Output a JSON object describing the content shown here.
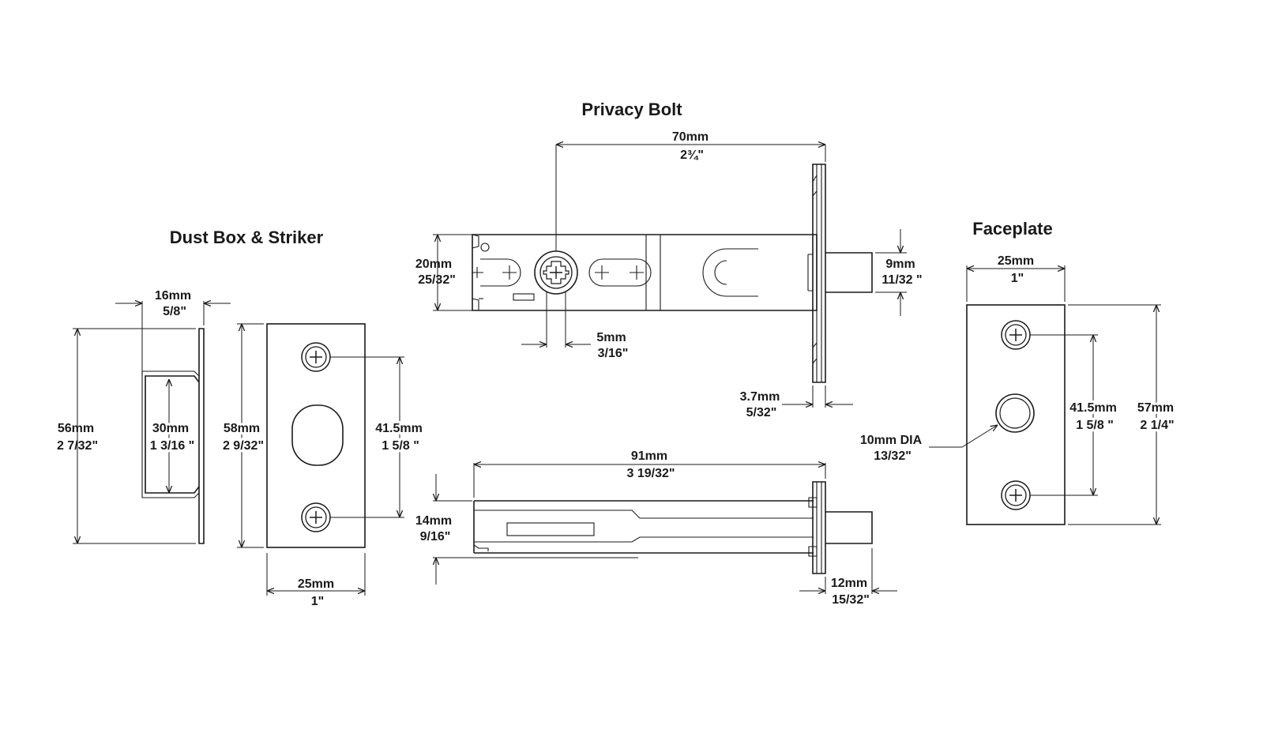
{
  "titles": {
    "privacy_bolt": "Privacy Bolt",
    "dust_box": "Dust Box & Striker",
    "faceplate": "Faceplate"
  },
  "dims": {
    "pb_70": {
      "mm": "70mm",
      "in": "2¾\""
    },
    "pb_20": {
      "mm": "20mm",
      "in": "25/32\""
    },
    "pb_9": {
      "mm": "9mm",
      "in": "11/32 \""
    },
    "pb_5": {
      "mm": "5mm",
      "in": "3/16\""
    },
    "pb_3_7": {
      "mm": "3.7mm",
      "in": "5/32\""
    },
    "db_16": {
      "mm": "16mm",
      "in": "5/8\""
    },
    "db_56": {
      "mm": "56mm",
      "in": "2 7/32\""
    },
    "db_30": {
      "mm": "30mm",
      "in": "1 3/16 \""
    },
    "st_58": {
      "mm": "58mm",
      "in": "2 9/32\""
    },
    "st_41_5": {
      "mm": "41.5mm",
      "in": "1 5/8 \""
    },
    "st_25": {
      "mm": "25mm",
      "in": "1\""
    },
    "side_91": {
      "mm": "91mm",
      "in": "3 19/32\""
    },
    "side_14": {
      "mm": "14mm",
      "in": "9/16\""
    },
    "side_12": {
      "mm": "12mm",
      "in": "15/32\""
    },
    "fp_25": {
      "mm": "25mm",
      "in": "1\""
    },
    "fp_41_5": {
      "mm": "41.5mm",
      "in": "1 5/8 \""
    },
    "fp_57": {
      "mm": "57mm",
      "in": "2 1/4\""
    },
    "fp_10": {
      "mm": "10mm DIA",
      "in": "13/32\""
    }
  },
  "icons": [
    "screw-head-icon",
    "arrowhead-icon"
  ],
  "colors": {
    "line": "#1a1a1a",
    "background": "#ffffff"
  }
}
